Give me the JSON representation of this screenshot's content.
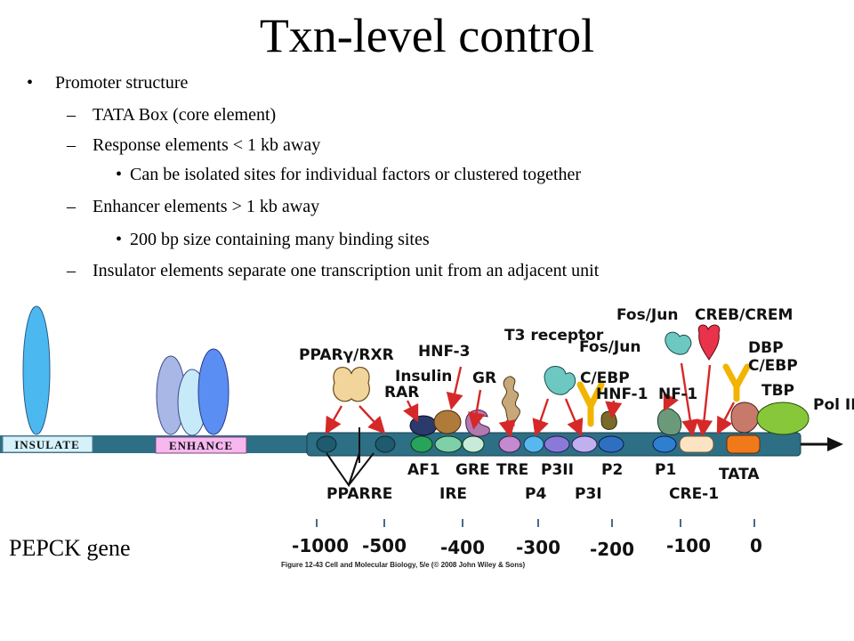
{
  "slide": {
    "title": "Txn-level control",
    "bullets": [
      {
        "text": "Promoter structure",
        "marker": "•"
      },
      {
        "text": "TATA Box (core element)",
        "marker": "–"
      },
      {
        "text": "Response elements < 1 kb away",
        "marker": "–"
      },
      {
        "text": "Can be isolated sites for individual factors or clustered together",
        "marker": "•"
      },
      {
        "text": "Enhancer elements > 1 kb away",
        "marker": "–"
      },
      {
        "text": "200 bp size containing many binding sites",
        "marker": "•"
      },
      {
        "text": "Insulator elements separate one transcription unit from an adjacent unit",
        "marker": "–"
      }
    ],
    "gene_label": "PEPCK gene"
  },
  "figure": {
    "boxes": {
      "insulate": "INSULATE",
      "enhance": "ENHANCE"
    },
    "factors": [
      "PPARγ/RXR",
      "Insulin",
      "RAR",
      "HNF-3",
      "GR",
      "T3 receptor",
      "Fos/Jun",
      "C/EBP",
      "HNF-1",
      "Fos/Jun",
      "CREB/CREM",
      "NF-1",
      "DBP",
      "C/EBP",
      "TBP",
      "Pol II"
    ],
    "elements_top": [
      "AF1",
      "GRE",
      "TRE",
      "P3II",
      "P2",
      "P1",
      "TATA"
    ],
    "elements_bottom": [
      "PPARRE",
      "IRE",
      "P4",
      "P3I",
      "CRE-1"
    ],
    "ticks": [
      "-1000",
      "-500",
      "-400",
      "-300",
      "-200",
      "-100",
      "0"
    ],
    "credit": "Figure 12-43  Cell and Molecular Biology, 5/e (© 2008 John Wiley & Sons)",
    "colors": {
      "dna": "#2d6f84",
      "insulator": "#4cb8f0",
      "enhancer_a": "#a9b7e6",
      "enhancer_b": "#c6eaf8",
      "enhancer_c": "#5a8ef2",
      "insulate_box": "#d5f2fb",
      "enhance_box": "#f7b8ef",
      "arrow": "#d62828"
    }
  }
}
